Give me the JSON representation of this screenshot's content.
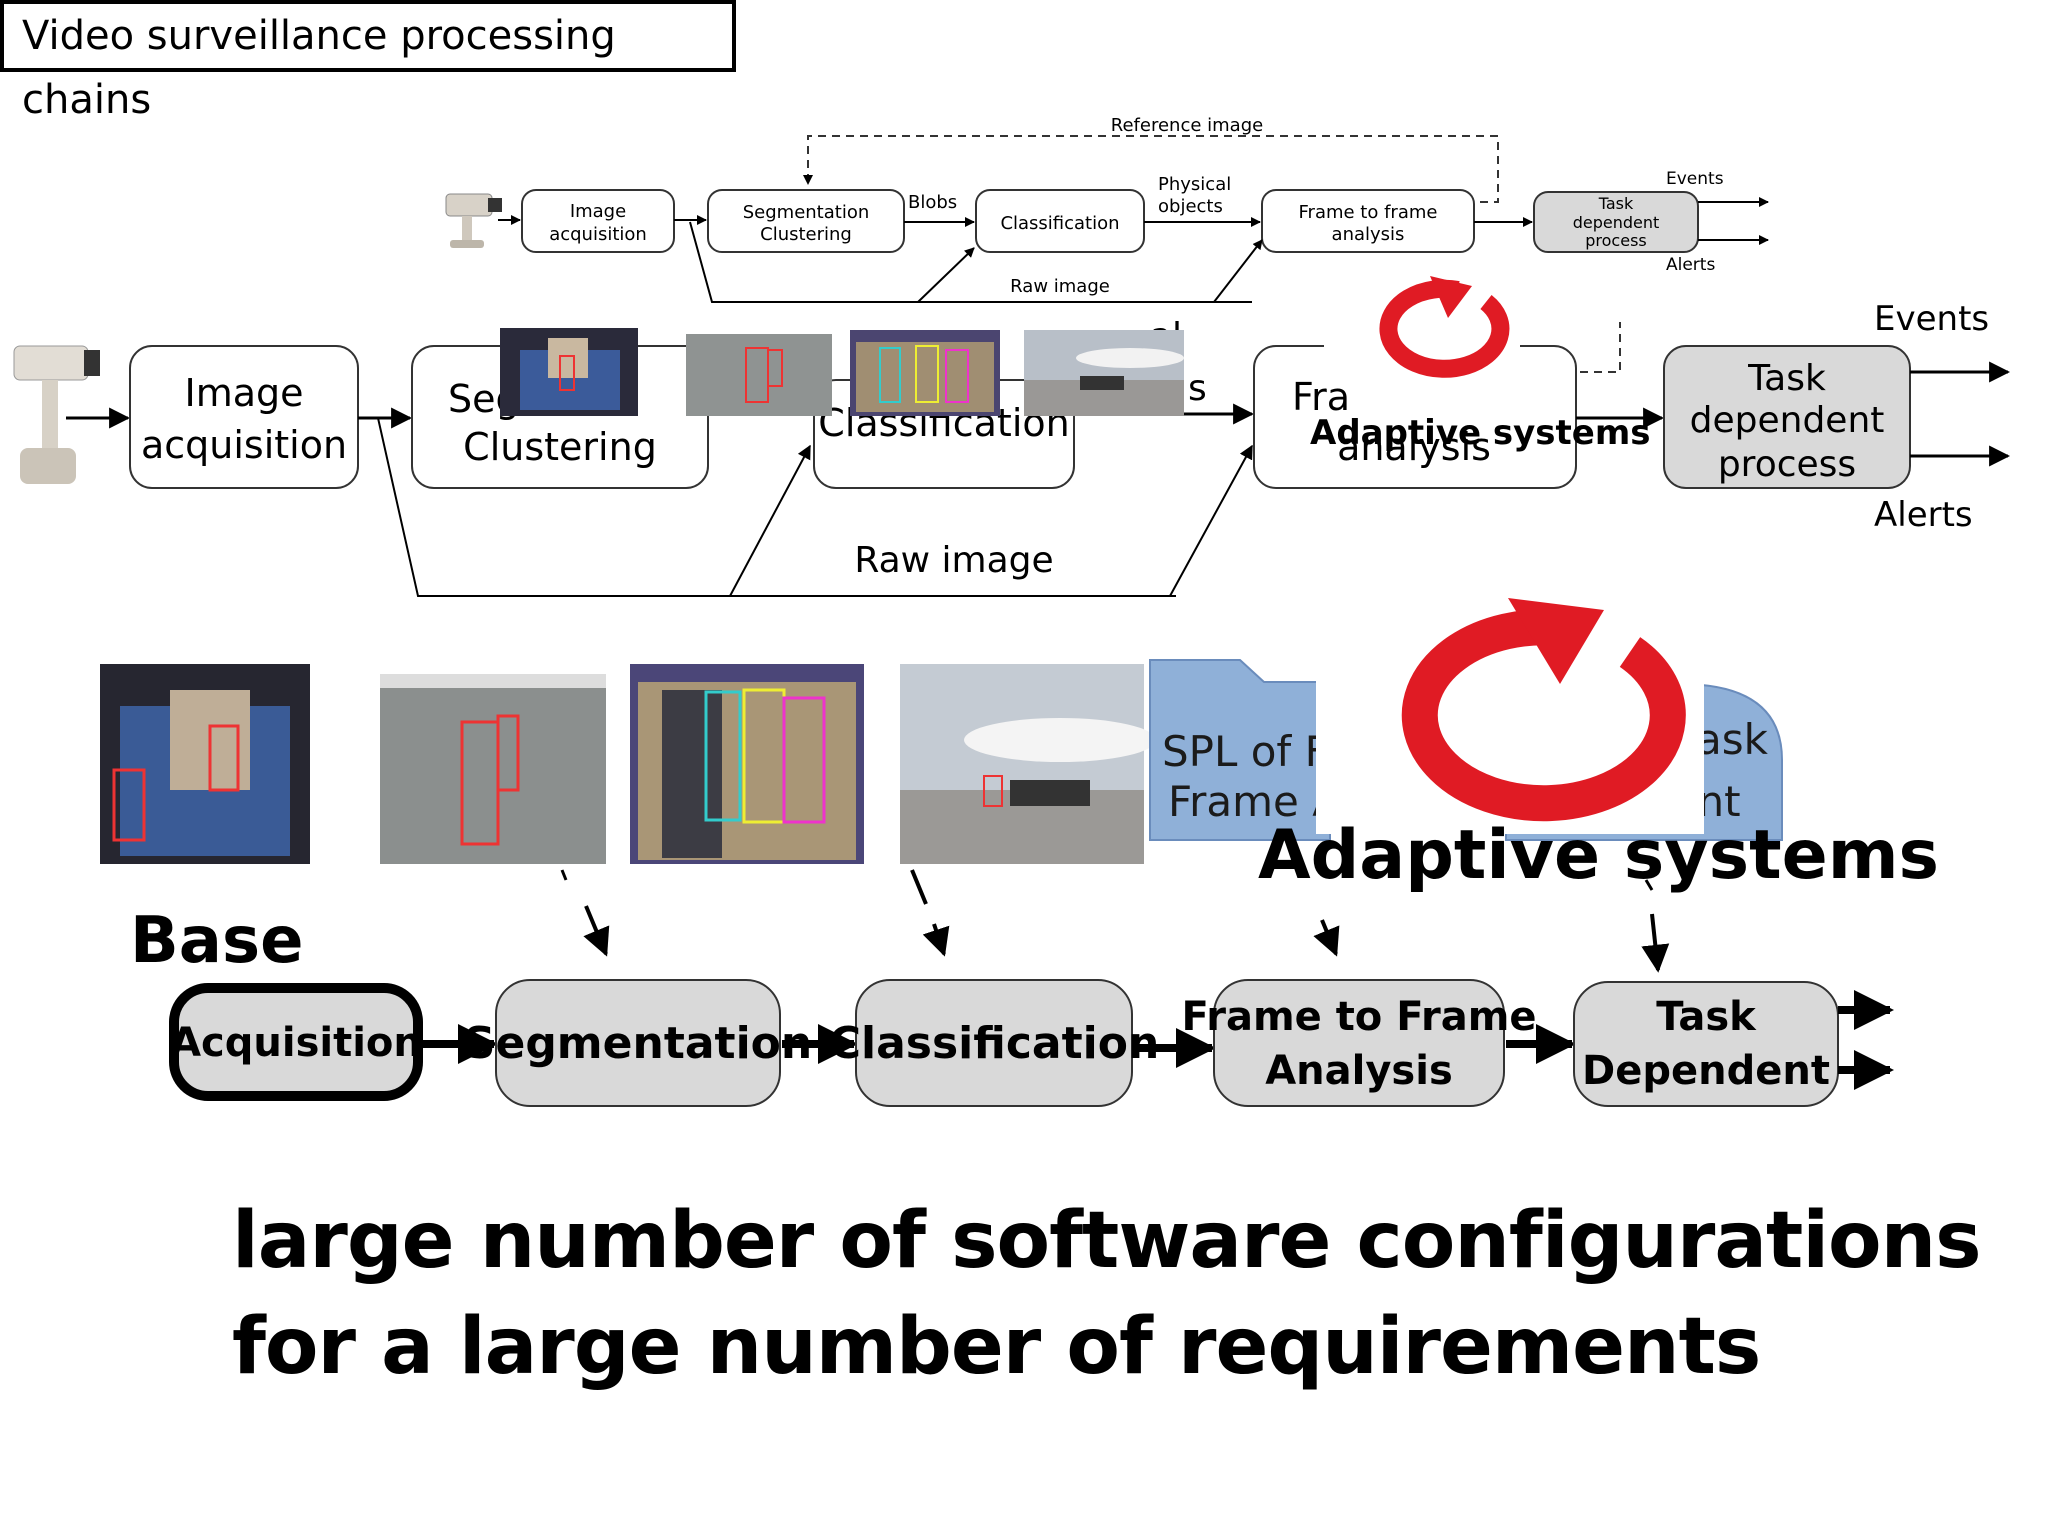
{
  "slide_title": "Video surveillance processing chains",
  "top_diagram": {
    "reference_label": "Reference image",
    "nodes": {
      "acquisition": [
        "Image",
        "acquisition"
      ],
      "segmentation": [
        "Segmentation",
        "Clustering"
      ],
      "classification": [
        "Classification"
      ],
      "frame": [
        "Frame to frame",
        "analysis"
      ],
      "task": [
        "Task",
        "dependent",
        "process"
      ]
    },
    "blobs": "Blobs",
    "physical": [
      "Physical",
      "objects"
    ],
    "raw_image": "Raw image",
    "events": "Events",
    "alerts": "Alerts"
  },
  "middle_diagram": {
    "nodes": {
      "acquisition": [
        "Image",
        "acquisition"
      ],
      "segmentation": [
        "Seg",
        "Clustering"
      ],
      "classification": [
        "Classification"
      ],
      "frame": [
        "Fra",
        "analysis"
      ],
      "task": [
        "Task",
        "dependent",
        "process"
      ]
    },
    "physical_fragments": [
      "al",
      "s"
    ],
    "raw_image": "Raw image",
    "events": "Events",
    "alerts": "Alerts",
    "adaptive_small": "Adaptive systems"
  },
  "spl_fragments": {
    "frame_a": "SPL of Fr",
    "frame_b": "Frame An",
    "task_a": "ask",
    "task_b": "ependent"
  },
  "adaptive_large": "Adaptive systems",
  "base_diagram": {
    "label": "Base",
    "nodes": {
      "acquisition": [
        "Acquisition"
      ],
      "segmentation": [
        "Segmentation"
      ],
      "classification": [
        "Classification"
      ],
      "frame": [
        "Frame to Frame",
        "Analysis"
      ],
      "task": [
        "Task",
        "Dependent"
      ]
    }
  },
  "statement": {
    "line1": "large number of software configurations",
    "line2": "for a large number of requirements"
  },
  "colors": {
    "accent_red": "#e01b24",
    "box_grey": "#d9d9d9",
    "folder_blue": "#8fb0d8"
  }
}
